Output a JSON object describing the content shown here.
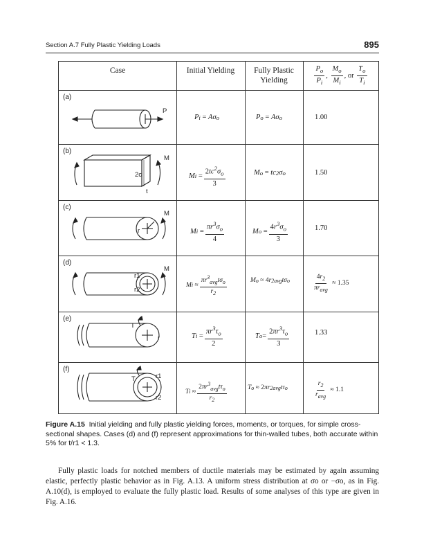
{
  "running_head": {
    "section": "Section A.7   Fully Plastic Yielding Loads",
    "page_number": "895"
  },
  "table": {
    "headers": {
      "case": "Case",
      "initial": "Initial Yielding",
      "plastic": "Fully Plastic Yielding",
      "ratio_or": "or"
    },
    "rows": [
      {
        "label": "(a)",
        "fig_labels": [
          "P"
        ],
        "ratio": "1.00"
      },
      {
        "label": "(b)",
        "fig_labels": [
          "M",
          "2c",
          "t"
        ],
        "ratio": "1.50"
      },
      {
        "label": "(c)",
        "fig_labels": [
          "M",
          "r"
        ],
        "ratio": "1.70"
      },
      {
        "label": "(d)",
        "fig_labels": [
          "M",
          "r1",
          "r2"
        ],
        "ratio": "≈ 1.35"
      },
      {
        "label": "(e)",
        "fig_labels": [
          "T",
          "r"
        ],
        "ratio": "1.33"
      },
      {
        "label": "(f)",
        "fig_labels": [
          "T",
          "r1",
          "r2"
        ],
        "ratio": "≈ 1.1"
      }
    ]
  },
  "caption": {
    "label": "Figure A.15",
    "text": "Initial yielding and fully plastic yielding forces, moments, or torques, for simple cross-sectional shapes. Cases (d) and (f) represent approximations for thin-walled tubes, both accurate within 5% for t/r1 < 1.3."
  },
  "body_text": "Fully plastic loads for notched members of ductile materials may be estimated by again assuming elastic, perfectly plastic behavior as in Fig. A.13. A uniform stress distribution at σo or −σo, as in Fig. A.10(d), is employed to evaluate the fully plastic load. Results of some analyses of this type are given in Fig. A.16."
}
